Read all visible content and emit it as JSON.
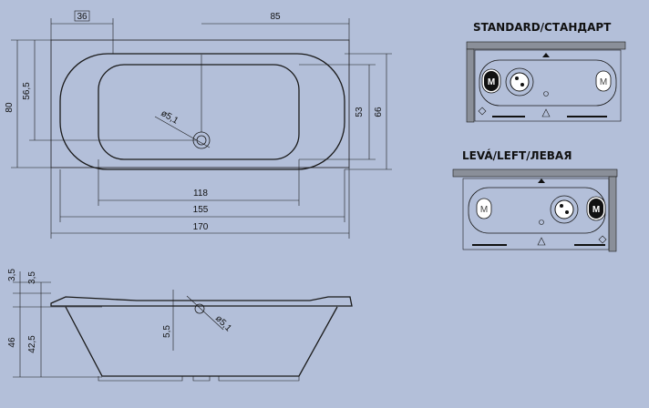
{
  "top_view": {
    "dims": {
      "w36": "36",
      "w85": "85",
      "h80": "80",
      "h56_5": "56,5",
      "h53": "53",
      "h66": "66",
      "diam": "ø5,1",
      "w118": "118",
      "w155": "155",
      "w170": "170"
    }
  },
  "side_view": {
    "dims": {
      "d3_5a": "3,5",
      "d3_5b": "3,5",
      "d46": "46",
      "d42_5": "42,5",
      "d5_5": "5,5",
      "diam": "ø5,1"
    }
  },
  "standard_panel": {
    "title": "STANDARD/СТАНДАРТ",
    "left_badge": "M",
    "right_badge": "M"
  },
  "left_panel": {
    "title": "LEVÁ/LEFT/ЛЕВАЯ",
    "left_badge": "M",
    "right_badge": "M"
  },
  "colors": {
    "background": "#b3bfd9",
    "line": "#1a1a1a",
    "wall": "#8a8f99"
  }
}
